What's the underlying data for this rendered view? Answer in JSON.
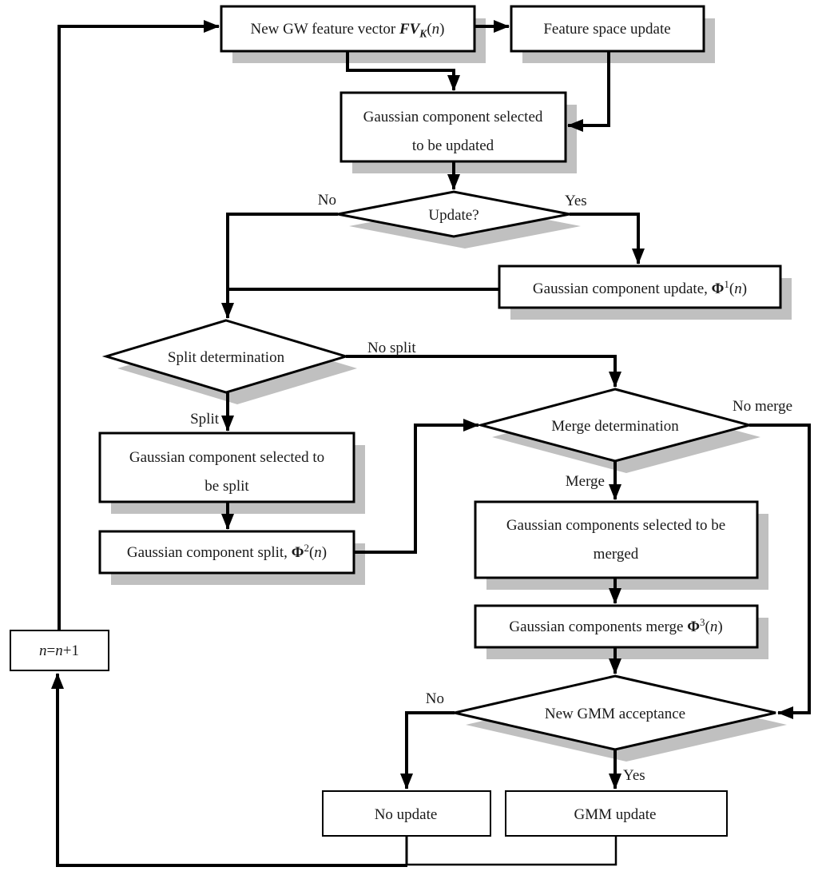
{
  "nodes": {
    "new_gw": {
      "prefix": "New GW feature vector ",
      "fv": "FV",
      "sub": "K",
      "open": "(",
      "n": "n",
      "close": ")"
    },
    "feature_space": {
      "label": "Feature space update"
    },
    "select_update": {
      "line1": "Gaussian component selected",
      "line2": "to be updated"
    },
    "update_q": {
      "label": "Update?"
    },
    "comp_update": {
      "prefix": "Gaussian component update, ",
      "phi": "Φ",
      "sup": "1",
      "open": "(",
      "n": "n",
      "close": ")"
    },
    "split_det": {
      "label": "Split determination"
    },
    "select_split": {
      "line1": "Gaussian component selected to",
      "line2": "be split"
    },
    "comp_split": {
      "prefix": "Gaussian component split, ",
      "phi": "Φ",
      "sup": "2",
      "open": "(",
      "n": "n",
      "close": ")"
    },
    "merge_det": {
      "label": "Merge determination"
    },
    "select_merge": {
      "line1": "Gaussian components selected to be",
      "line2": "merged"
    },
    "comp_merge": {
      "prefix": "Gaussian components merge ",
      "phi": "Φ",
      "sup": "3",
      "open": "(",
      "n": "n",
      "close": ")"
    },
    "gmm_accept": {
      "label": "New GMM acceptance"
    },
    "no_update": {
      "label": "No update"
    },
    "gmm_update": {
      "label": "GMM update"
    },
    "increment": {
      "n1": "n",
      "eq": "=",
      "n2": "n",
      "plus": "+1"
    }
  },
  "edge_labels": {
    "update_no": "No",
    "update_yes": "Yes",
    "no_split": "No split",
    "split": "Split",
    "no_merge": "No merge",
    "merge": "Merge",
    "accept_no": "No",
    "accept_yes": "Yes"
  },
  "colors": {
    "line": "#000000",
    "node_fill": "#ffffff",
    "shadow": "#c0c0c0",
    "text": "#1a1a1a"
  }
}
